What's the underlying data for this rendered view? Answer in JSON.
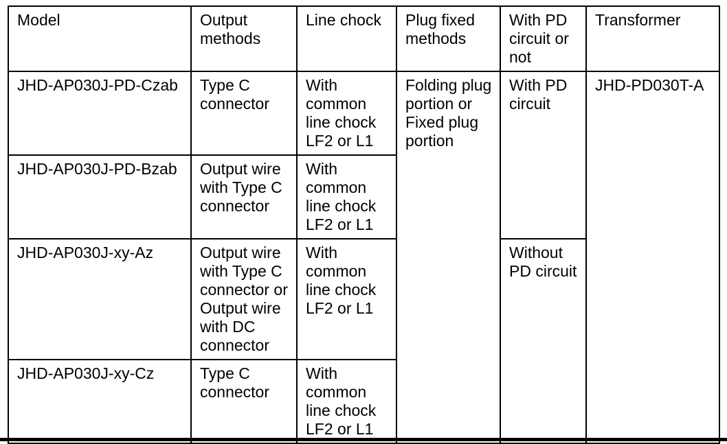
{
  "table": {
    "headers": [
      "Model",
      "Output methods",
      "Line chock",
      "Plug fixed methods",
      "With PD circuit or not",
      "Transformer"
    ],
    "rows": [
      {
        "model": "JHD-AP030J-PD-Czab",
        "output": "Type C connector",
        "line_chock": "With common line chock LF2 or L1"
      },
      {
        "model": "JHD-AP030J-PD-Bzab",
        "output": "Output wire with Type C connector",
        "line_chock": "With common line chock LF2 or L1"
      },
      {
        "model": "JHD-AP030J-xy-Az",
        "output": "Output wire with Type C connector or Output wire with DC connector",
        "line_chock": "With common line chock LF2 or L1"
      },
      {
        "model": "JHD-AP030J-xy-Cz",
        "output": "Type C connector",
        "line_chock": "With common line chock LF2 or L1"
      }
    ],
    "plug_fixed_methods": "Folding plug portion or Fixed plug portion",
    "pd_with": "With PD circuit",
    "pd_without": "Without PD circuit",
    "transformer": "JHD-PD030T-A"
  },
  "colors": {
    "text": "#000000",
    "border": "#000000",
    "background": "#ffffff"
  }
}
